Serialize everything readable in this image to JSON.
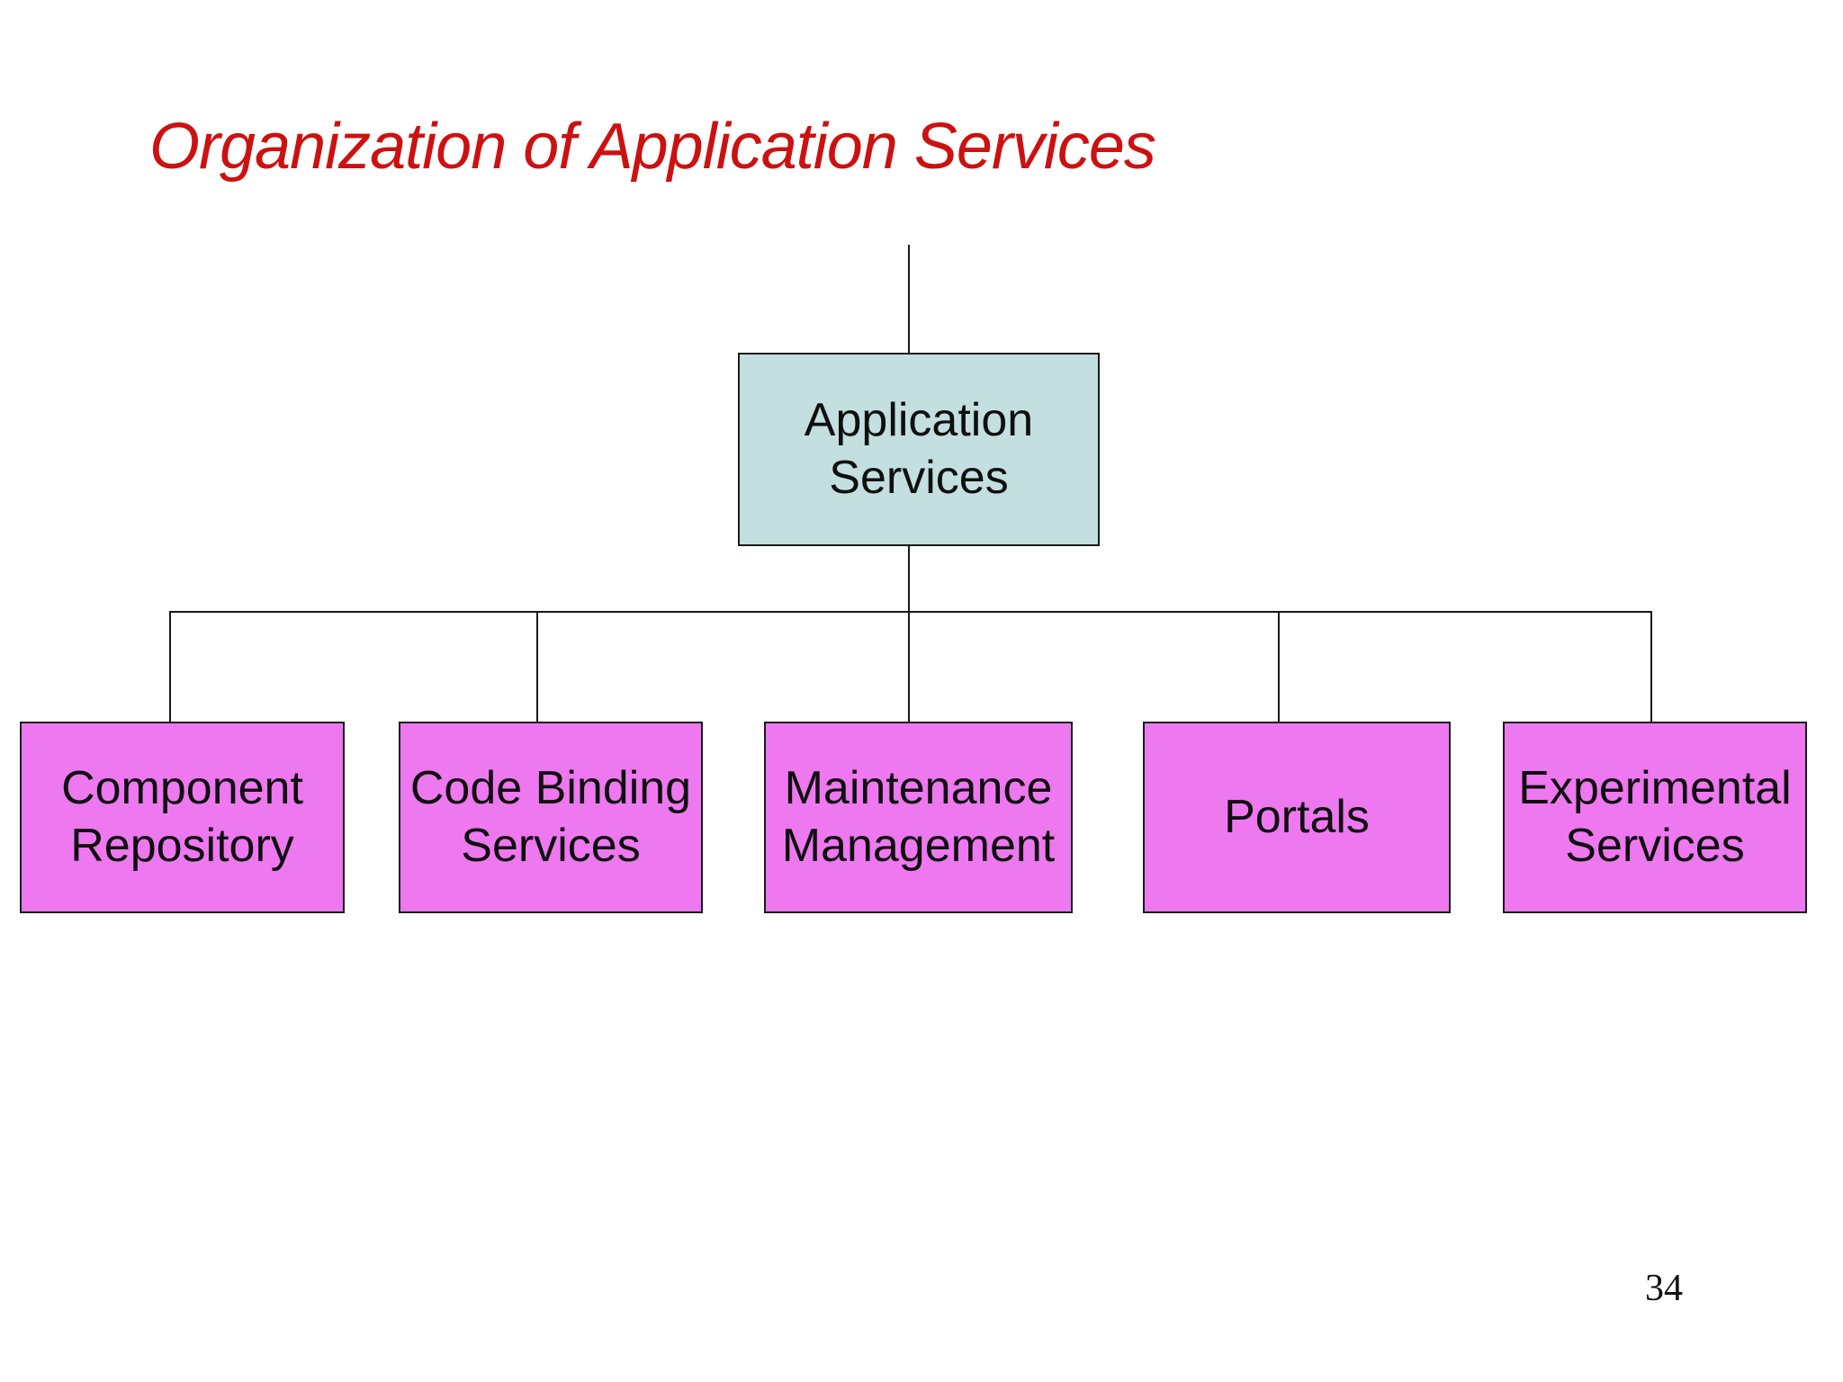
{
  "slide": {
    "title": "Organization of Application Services",
    "page_number": "34"
  },
  "diagram": {
    "type": "org-chart",
    "root": {
      "label": "Application Services"
    },
    "children": [
      {
        "label": "Component Repository"
      },
      {
        "label": "Code Binding Services"
      },
      {
        "label": "Maintenance Management"
      },
      {
        "label": "Portals"
      },
      {
        "label": "Experimental Services"
      }
    ]
  },
  "colors": {
    "title_red": "#cc1111",
    "root_box_fill": "#c3dfe0",
    "child_box_fill": "#ee78f0",
    "connector_line": "#1a1a1a",
    "background": "#ffffff",
    "text": "#0f0f0f"
  }
}
